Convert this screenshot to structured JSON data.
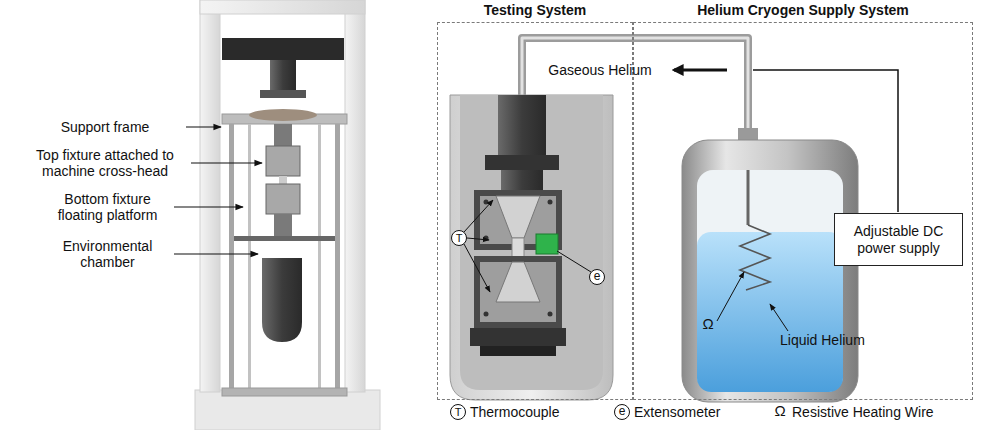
{
  "diagram": {
    "nodes": [
      {
        "text": [
          "Testing System"
        ]
      },
      {
        "text": [
          "Helium Cryogen Supply System"
        ]
      },
      {
        "text": [
          "Adjustable DC power supply"
        ],
        "in": 1
      }
    ],
    "labels": [
      "Support frame",
      "Top fixture attached to machine cross-head",
      "Bottom fixture floating platform",
      "Environmental chamber",
      "Gaseous Helium",
      "T",
      "e",
      "Ω",
      "Liquid Helium",
      "T",
      "e",
      "Ω"
    ],
    "legend": [
      {
        "text": "Thermocouple"
      },
      {
        "text": "Extensometer"
      },
      {
        "text": "Resistive Heating Wire"
      }
    ]
  }
}
